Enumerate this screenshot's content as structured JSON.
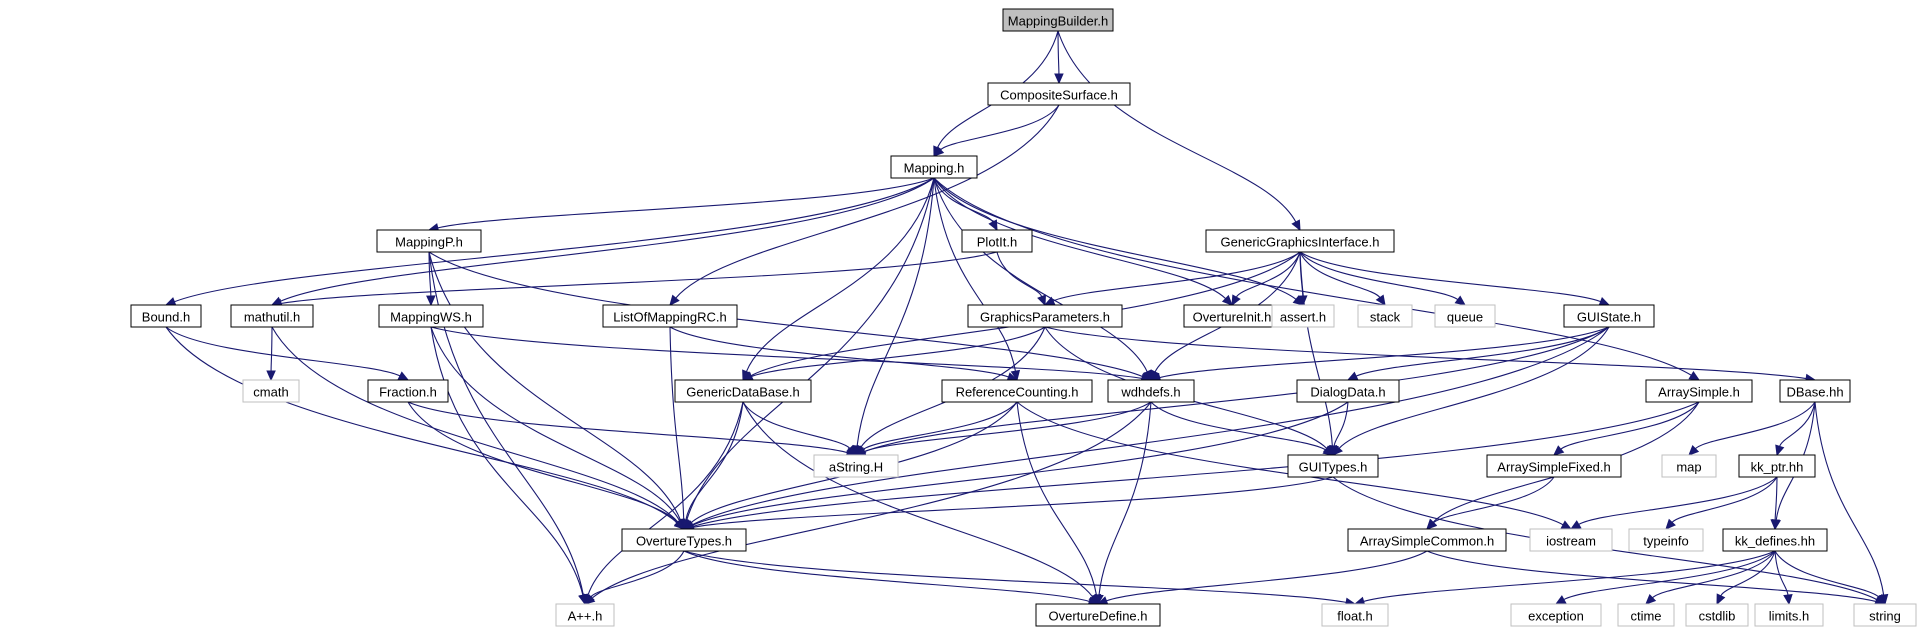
{
  "graph": {
    "title": "MappingBuilder.h",
    "colors": {
      "edge": "#191970",
      "root_fill": "#bfbfbf",
      "header_border": "#000000",
      "system_border": "#bfbfbf",
      "node_fill": "#ffffff"
    },
    "nodes": [
      {
        "id": "MappingBuilder",
        "label": "MappingBuilder.h",
        "kind": "root"
      },
      {
        "id": "CompositeSurface",
        "label": "CompositeSurface.h",
        "kind": "header"
      },
      {
        "id": "Mapping",
        "label": "Mapping.h",
        "kind": "header"
      },
      {
        "id": "MappingP",
        "label": "MappingP.h",
        "kind": "header"
      },
      {
        "id": "PlotIt",
        "label": "PlotIt.h",
        "kind": "header"
      },
      {
        "id": "GenericGraphicsInterface",
        "label": "GenericGraphicsInterface.h",
        "kind": "header"
      },
      {
        "id": "Bound",
        "label": "Bound.h",
        "kind": "header"
      },
      {
        "id": "mathutil",
        "label": "mathutil.h",
        "kind": "header"
      },
      {
        "id": "MappingWS",
        "label": "MappingWS.h",
        "kind": "header"
      },
      {
        "id": "ListOfMappingRC",
        "label": "ListOfMappingRC.h",
        "kind": "header"
      },
      {
        "id": "GraphicsParameters",
        "label": "GraphicsParameters.h",
        "kind": "header"
      },
      {
        "id": "OvertureInit",
        "label": "OvertureInit.h",
        "kind": "header"
      },
      {
        "id": "assert",
        "label": "assert.h",
        "kind": "system"
      },
      {
        "id": "stack",
        "label": "stack",
        "kind": "system"
      },
      {
        "id": "queue",
        "label": "queue",
        "kind": "system"
      },
      {
        "id": "GUIState",
        "label": "GUIState.h",
        "kind": "header"
      },
      {
        "id": "cmath",
        "label": "cmath",
        "kind": "system"
      },
      {
        "id": "Fraction",
        "label": "Fraction.h",
        "kind": "header"
      },
      {
        "id": "GenericDataBase",
        "label": "GenericDataBase.h",
        "kind": "header"
      },
      {
        "id": "ReferenceCounting",
        "label": "ReferenceCounting.h",
        "kind": "header"
      },
      {
        "id": "wdhdefs",
        "label": "wdhdefs.h",
        "kind": "header"
      },
      {
        "id": "DialogData",
        "label": "DialogData.h",
        "kind": "header"
      },
      {
        "id": "ArraySimple",
        "label": "ArraySimple.h",
        "kind": "header"
      },
      {
        "id": "DBase",
        "label": "DBase.hh",
        "kind": "header"
      },
      {
        "id": "aString",
        "label": "aString.H",
        "kind": "system"
      },
      {
        "id": "GUITypes",
        "label": "GUITypes.h",
        "kind": "header"
      },
      {
        "id": "ArraySimpleFixed",
        "label": "ArraySimpleFixed.h",
        "kind": "header"
      },
      {
        "id": "map",
        "label": "map",
        "kind": "system"
      },
      {
        "id": "kk_ptr",
        "label": "kk_ptr.hh",
        "kind": "header"
      },
      {
        "id": "OvertureTypes",
        "label": "OvertureTypes.h",
        "kind": "header"
      },
      {
        "id": "iostream",
        "label": "iostream",
        "kind": "system"
      },
      {
        "id": "ArraySimpleCommon",
        "label": "ArraySimpleCommon.h",
        "kind": "header"
      },
      {
        "id": "typeinfo",
        "label": "typeinfo",
        "kind": "system"
      },
      {
        "id": "kk_defines",
        "label": "kk_defines.hh",
        "kind": "header"
      },
      {
        "id": "Aplusplus",
        "label": "A++.h",
        "kind": "system"
      },
      {
        "id": "OvertureDefine",
        "label": "OvertureDefine.h",
        "kind": "header"
      },
      {
        "id": "float",
        "label": "float.h",
        "kind": "system"
      },
      {
        "id": "exception",
        "label": "exception",
        "kind": "system"
      },
      {
        "id": "ctime",
        "label": "ctime",
        "kind": "system"
      },
      {
        "id": "cstdlib",
        "label": "cstdlib",
        "kind": "system"
      },
      {
        "id": "limits",
        "label": "limits.h",
        "kind": "system"
      },
      {
        "id": "string",
        "label": "string",
        "kind": "system"
      }
    ],
    "edges": [
      [
        "MappingBuilder",
        "CompositeSurface"
      ],
      [
        "MappingBuilder",
        "Mapping"
      ],
      [
        "MappingBuilder",
        "GenericGraphicsInterface"
      ],
      [
        "CompositeSurface",
        "Mapping"
      ],
      [
        "CompositeSurface",
        "ListOfMappingRC"
      ],
      [
        "Mapping",
        "MappingP"
      ],
      [
        "Mapping",
        "PlotIt"
      ],
      [
        "Mapping",
        "Bound"
      ],
      [
        "Mapping",
        "mathutil"
      ],
      [
        "Mapping",
        "GenericDataBase"
      ],
      [
        "Mapping",
        "ReferenceCounting"
      ],
      [
        "Mapping",
        "wdhdefs"
      ],
      [
        "Mapping",
        "aString"
      ],
      [
        "Mapping",
        "OvertureInit"
      ],
      [
        "Mapping",
        "assert"
      ],
      [
        "Mapping",
        "ArraySimple"
      ],
      [
        "Mapping",
        "OvertureTypes"
      ],
      [
        "MappingP",
        "MappingWS"
      ],
      [
        "MappingP",
        "OvertureTypes"
      ],
      [
        "MappingP",
        "wdhdefs"
      ],
      [
        "MappingP",
        "Aplusplus"
      ],
      [
        "PlotIt",
        "GraphicsParameters"
      ],
      [
        "PlotIt",
        "mathutil"
      ],
      [
        "GenericGraphicsInterface",
        "GraphicsParameters"
      ],
      [
        "GenericGraphicsInterface",
        "OvertureInit"
      ],
      [
        "GenericGraphicsInterface",
        "assert"
      ],
      [
        "GenericGraphicsInterface",
        "stack"
      ],
      [
        "GenericGraphicsInterface",
        "queue"
      ],
      [
        "GenericGraphicsInterface",
        "GUIState"
      ],
      [
        "GenericGraphicsInterface",
        "GenericDataBase"
      ],
      [
        "GenericGraphicsInterface",
        "GUITypes"
      ],
      [
        "GenericGraphicsInterface",
        "wdhdefs"
      ],
      [
        "Bound",
        "Fraction"
      ],
      [
        "Bound",
        "OvertureTypes"
      ],
      [
        "mathutil",
        "cmath"
      ],
      [
        "mathutil",
        "OvertureTypes"
      ],
      [
        "MappingWS",
        "OvertureTypes"
      ],
      [
        "MappingWS",
        "wdhdefs"
      ],
      [
        "MappingWS",
        "Aplusplus"
      ],
      [
        "ListOfMappingRC",
        "ReferenceCounting"
      ],
      [
        "ListOfMappingRC",
        "OvertureTypes"
      ],
      [
        "GraphicsParameters",
        "GenericDataBase"
      ],
      [
        "GraphicsParameters",
        "GUITypes"
      ],
      [
        "GraphicsParameters",
        "aString"
      ],
      [
        "GraphicsParameters",
        "DBase"
      ],
      [
        "GUIState",
        "DialogData"
      ],
      [
        "GUIState",
        "GUITypes"
      ],
      [
        "GUIState",
        "wdhdefs"
      ],
      [
        "GUIState",
        "aString"
      ],
      [
        "GUIState",
        "OvertureTypes"
      ],
      [
        "Fraction",
        "OvertureTypes"
      ],
      [
        "Fraction",
        "aString"
      ],
      [
        "GenericDataBase",
        "aString"
      ],
      [
        "GenericDataBase",
        "OvertureTypes"
      ],
      [
        "GenericDataBase",
        "Aplusplus"
      ],
      [
        "GenericDataBase",
        "OvertureDefine"
      ],
      [
        "ReferenceCounting",
        "aString"
      ],
      [
        "ReferenceCounting",
        "OvertureTypes"
      ],
      [
        "ReferenceCounting",
        "OvertureDefine"
      ],
      [
        "ReferenceCounting",
        "iostream"
      ],
      [
        "wdhdefs",
        "aString"
      ],
      [
        "wdhdefs",
        "GUITypes"
      ],
      [
        "wdhdefs",
        "Aplusplus"
      ],
      [
        "wdhdefs",
        "OvertureDefine"
      ],
      [
        "DialogData",
        "GUITypes"
      ],
      [
        "DialogData",
        "OvertureTypes"
      ],
      [
        "ArraySimple",
        "ArraySimpleFixed"
      ],
      [
        "ArraySimple",
        "ArraySimpleCommon"
      ],
      [
        "ArraySimple",
        "OvertureTypes"
      ],
      [
        "DBase",
        "map"
      ],
      [
        "DBase",
        "kk_ptr"
      ],
      [
        "DBase",
        "kk_defines"
      ],
      [
        "DBase",
        "string"
      ],
      [
        "GUITypes",
        "OvertureTypes"
      ],
      [
        "GUITypes",
        "string"
      ],
      [
        "ArraySimpleFixed",
        "ArraySimpleCommon"
      ],
      [
        "kk_ptr",
        "iostream"
      ],
      [
        "kk_ptr",
        "typeinfo"
      ],
      [
        "kk_ptr",
        "kk_defines"
      ],
      [
        "OvertureTypes",
        "Aplusplus"
      ],
      [
        "OvertureTypes",
        "OvertureDefine"
      ],
      [
        "OvertureTypes",
        "float"
      ],
      [
        "ArraySimpleCommon",
        "OvertureDefine"
      ],
      [
        "ArraySimpleCommon",
        "string"
      ],
      [
        "kk_defines",
        "exception"
      ],
      [
        "kk_defines",
        "ctime"
      ],
      [
        "kk_defines",
        "cstdlib"
      ],
      [
        "kk_defines",
        "limits"
      ],
      [
        "kk_defines",
        "string"
      ],
      [
        "kk_defines",
        "float"
      ]
    ]
  }
}
